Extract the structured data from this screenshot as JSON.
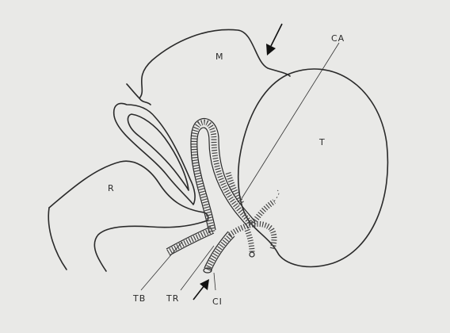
{
  "labels": {
    "m": "M",
    "t": "T",
    "r": "R",
    "ca": "CA",
    "tb": "TB",
    "tr": "TR",
    "ci": "CI"
  }
}
